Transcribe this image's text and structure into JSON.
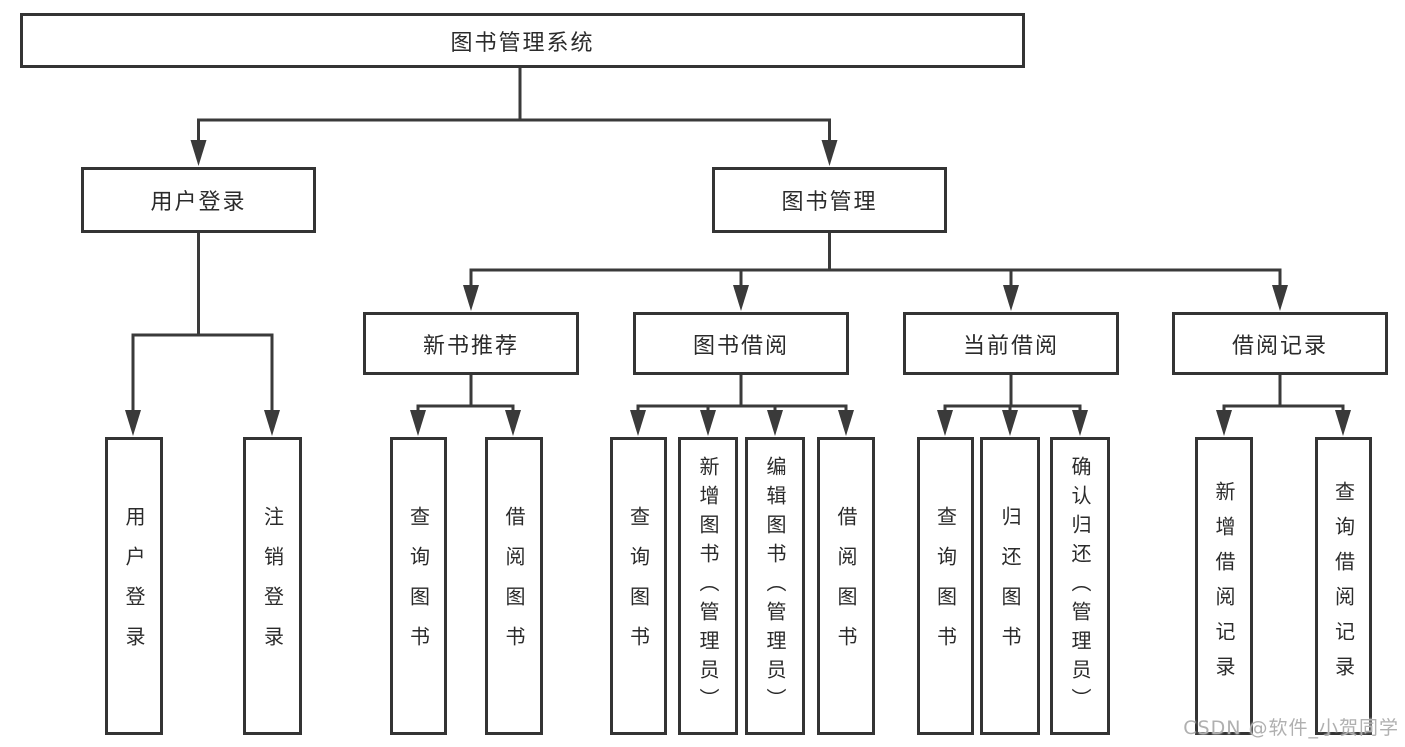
{
  "diagram_title": "图书管理系统",
  "watermark": "CSDN @软件_小贺同学",
  "colors": {
    "line": "#3a3a3a",
    "box_border": "#343434",
    "text": "#2b2b2b",
    "watermark": "#b0b0b0",
    "background": "#ffffff"
  },
  "tree": {
    "label": "图书管理系统",
    "children": [
      {
        "label": "用户登录",
        "children": [
          {
            "label": "用户登录"
          },
          {
            "label": "注销登录"
          }
        ]
      },
      {
        "label": "图书管理",
        "children": [
          {
            "label": "新书推荐",
            "children": [
              {
                "label": "查询图书"
              },
              {
                "label": "借阅图书"
              }
            ]
          },
          {
            "label": "图书借阅",
            "children": [
              {
                "label": "查询图书"
              },
              {
                "label": "新增图书（管理员）"
              },
              {
                "label": "编辑图书（管理员）"
              },
              {
                "label": "借阅图书"
              }
            ]
          },
          {
            "label": "当前借阅",
            "children": [
              {
                "label": "查询图书"
              },
              {
                "label": "归还图书"
              },
              {
                "label": "确认归还（管理员）"
              }
            ]
          },
          {
            "label": "借阅记录",
            "children": [
              {
                "label": "新增借阅记录"
              },
              {
                "label": "查询借阅记录"
              }
            ]
          }
        ]
      }
    ]
  }
}
